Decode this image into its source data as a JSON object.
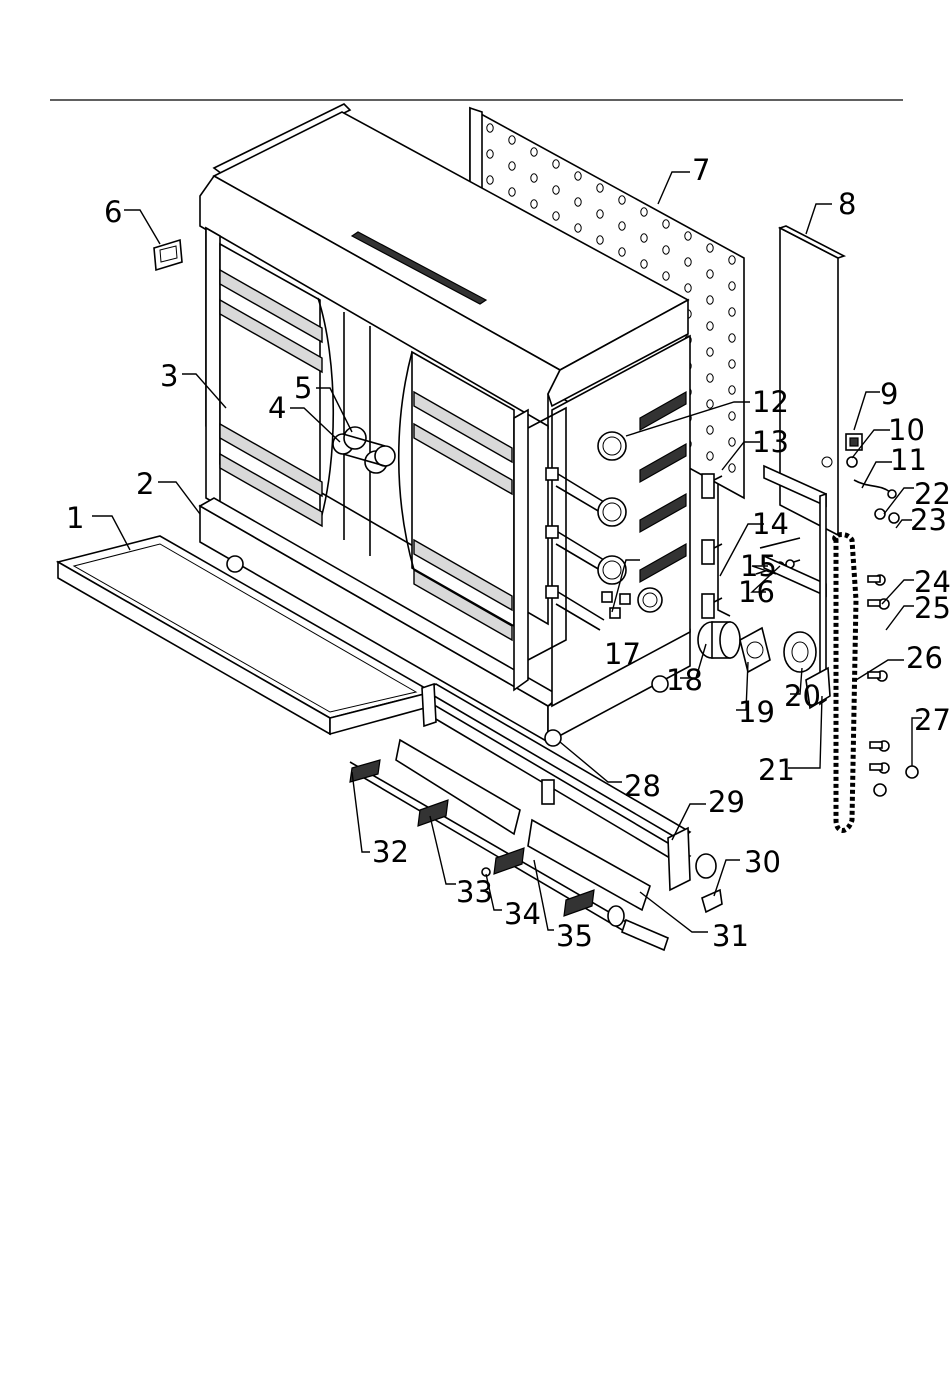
{
  "figure": {
    "labels": [
      "1",
      "2",
      "3",
      "4",
      "5",
      "6",
      "7",
      "8",
      "9",
      "10",
      "11",
      "12",
      "13",
      "14",
      "15",
      "16",
      "17",
      "18",
      "19",
      "20",
      "21",
      "22",
      "23",
      "24",
      "25",
      "26",
      "27",
      "28",
      "29",
      "30",
      "31",
      "32",
      "33",
      "34",
      "35"
    ]
  }
}
